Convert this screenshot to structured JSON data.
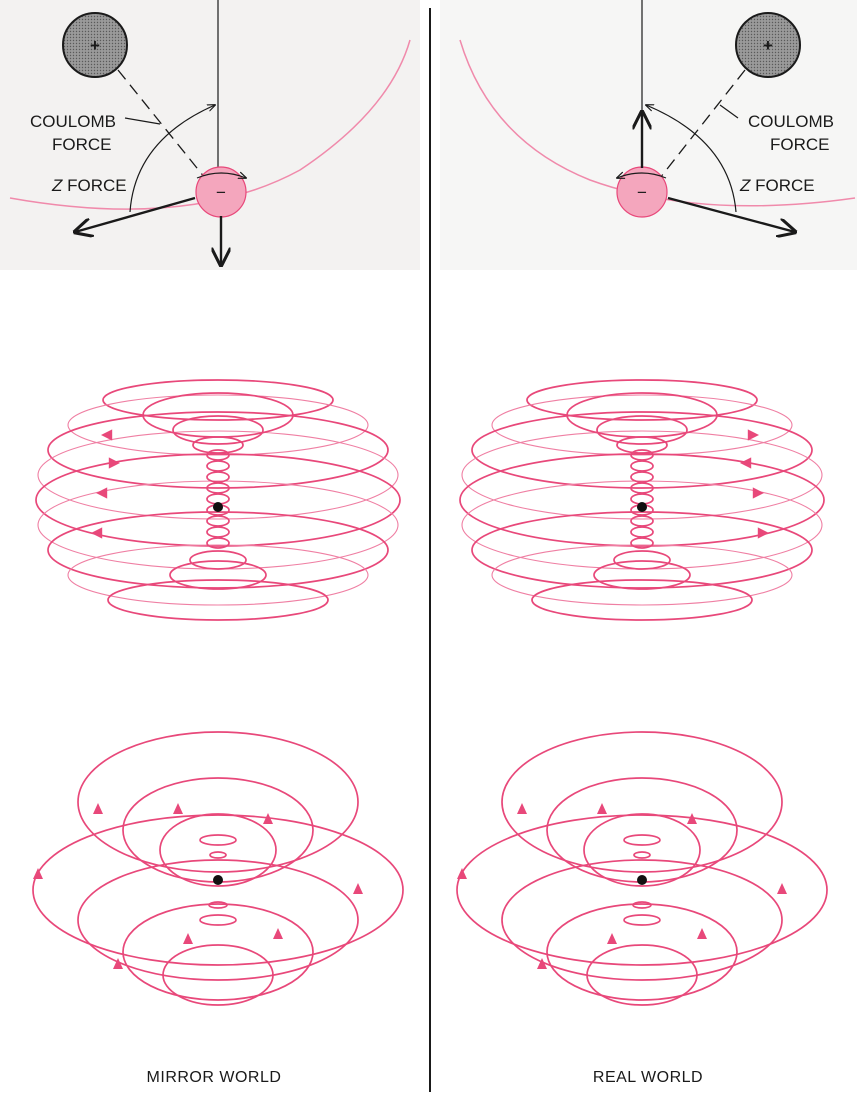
{
  "panels": {
    "mirror": {
      "caption": "MIRROR WORLD",
      "coulomb_label_line1": "COULOMB",
      "coulomb_label_line2": "FORCE",
      "z_label_italic": "Z",
      "z_label_rest": " FORCE",
      "proton_sign": "+",
      "electron_sign": "−"
    },
    "real": {
      "caption": "REAL WORLD",
      "coulomb_label_line1": "COULOMB",
      "coulomb_label_line2": "FORCE",
      "z_label_italic": "Z",
      "z_label_rest": " FORCE",
      "proton_sign": "+",
      "electron_sign": "−"
    }
  },
  "colors": {
    "orbit": "#e8487a",
    "electron": "#f4a6bd",
    "proton": "#8a8a8a",
    "ink": "#1a1a1a"
  }
}
